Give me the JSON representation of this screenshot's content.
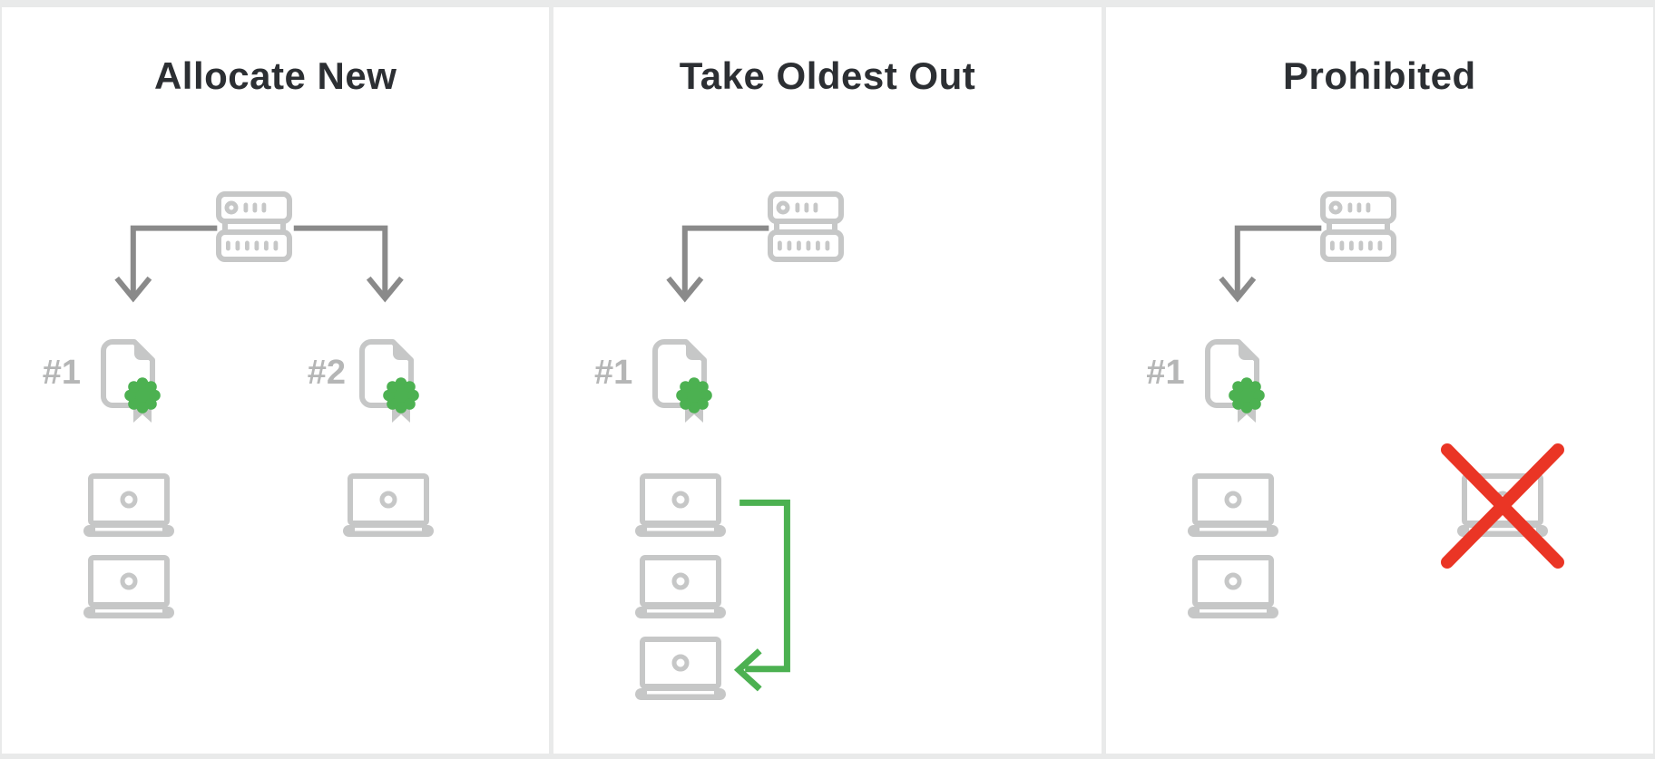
{
  "panels": [
    {
      "id": "allocate-new",
      "title": "Allocate New",
      "certificate_labels": [
        "#1",
        "#2"
      ],
      "laptop_counts": [
        2,
        1
      ]
    },
    {
      "id": "take-oldest-out",
      "title": "Take Oldest Out",
      "certificate_labels": [
        "#1"
      ],
      "laptop_counts": [
        3
      ]
    },
    {
      "id": "prohibited",
      "title": "Prohibited",
      "certificate_labels": [
        "#1"
      ],
      "laptop_counts": [
        2
      ]
    }
  ],
  "icons": {
    "server": "server-rack-icon",
    "certificate": "certificate-document-icon",
    "laptop": "laptop-icon",
    "flow_arrow": "elbow-arrow-down-icon",
    "rotate_out_arrow": "green-return-arrow-icon",
    "prohibited_mark": "red-cross-icon"
  },
  "colors": {
    "frame_bg": "#e9eaea",
    "panel_bg": "#ffffff",
    "icon_gray": "#c6c7c7",
    "arrow_gray": "#8a8a8a",
    "label_gray": "#b5b6b6",
    "title_text": "#2c2f33",
    "accent_green": "#4cb151",
    "accent_red": "#ea3525"
  }
}
